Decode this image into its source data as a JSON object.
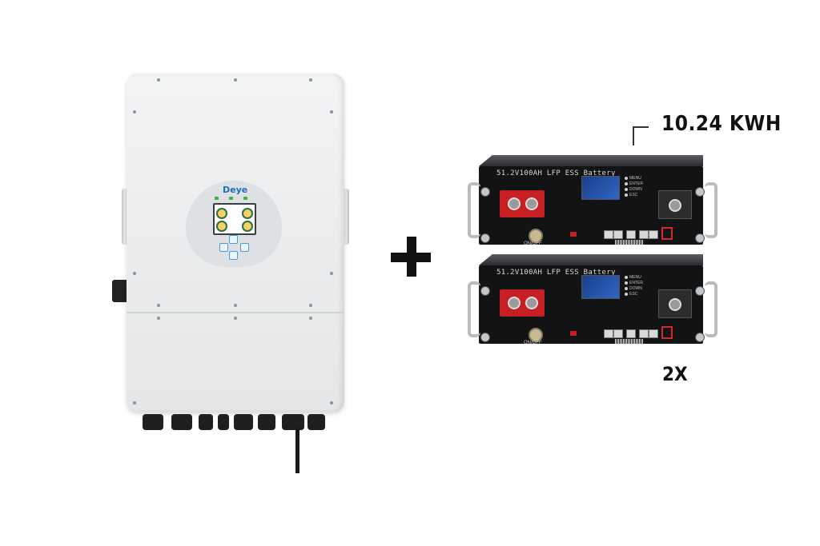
{
  "capacity_label": "10.24 KWH",
  "quantity_label": "2X",
  "inverter": {
    "brand": "Deye"
  },
  "battery": {
    "model_label": "51.2V100AH LFP ESS Battery",
    "button_labels": [
      "MENU",
      "ENTER",
      "DOWN",
      "ESC"
    ],
    "switch_label": "ON/OFF"
  },
  "colors": {
    "background": "#ffffff",
    "inverter_body": "#eceeef",
    "battery_body": "#121314",
    "terminal_red": "#c62024",
    "brand_blue": "#1e6fb8"
  },
  "icons": [
    "plus-sign-icon"
  ]
}
